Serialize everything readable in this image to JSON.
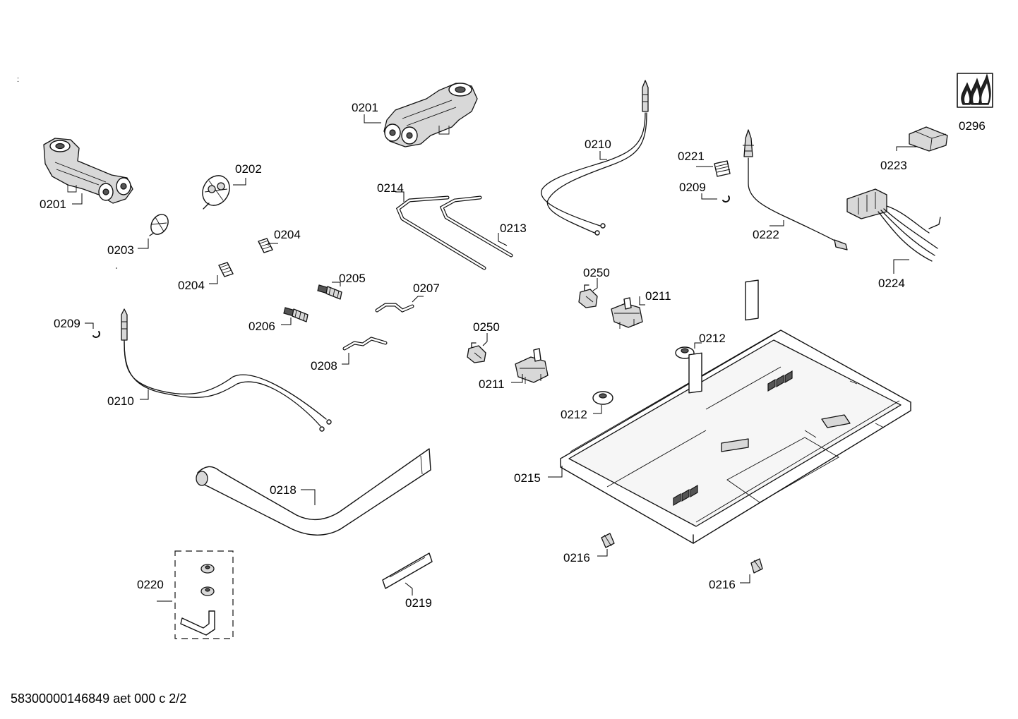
{
  "corner_mark": ":",
  "footer": "58300000146849 aet 000 c 2/2",
  "labels": {
    "l0201a": "0201",
    "l0201b": "0201",
    "l0202": "0202",
    "l0203": "0203",
    "l0204a": "0204",
    "l0204b": "0204",
    "l0205": "0205",
    "l0206": "0206",
    "l0207": "0207",
    "l0208": "0208",
    "l0209a": "0209",
    "l0209b": "0209",
    "l0210a": "0210",
    "l0210b": "0210",
    "l0211a": "0211",
    "l0211b": "0211",
    "l0212a": "0212",
    "l0212b": "0212",
    "l0213": "0213",
    "l0214": "0214",
    "l0215": "0215",
    "l0216a": "0216",
    "l0216b": "0216",
    "l0218": "0218",
    "l0219": "0219",
    "l0220": "0220",
    "l0221": "0221",
    "l0222": "0222",
    "l0223": "0223",
    "l0224": "0224",
    "l0250a": "0250",
    "l0250b": "0250",
    "l0296": "0296"
  },
  "icons": {
    "gas_symbol": "gas-flame-symbol-icon"
  }
}
